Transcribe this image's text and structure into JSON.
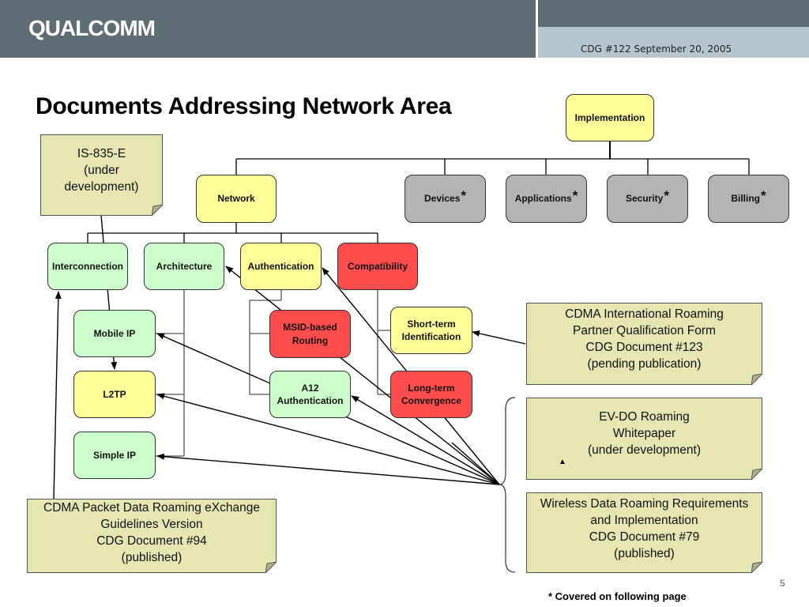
{
  "header": {
    "logo": "QUALCOMM",
    "meeting_date": "CDG #122  September 20, 2005"
  },
  "title": "Documents Addressing Network Area",
  "nodes": {
    "implementation": {
      "label": "Implementation",
      "color": "#ffff99"
    },
    "network": {
      "label": "Network",
      "color": "#ffff99"
    },
    "devices": {
      "label": "Devices",
      "star": "*",
      "color": "#b3b3b3"
    },
    "applications": {
      "label": "Applications",
      "star": "*",
      "color": "#b3b3b3"
    },
    "security": {
      "label": "Security",
      "star": "*",
      "color": "#b3b3b3"
    },
    "billing": {
      "label": "Billing",
      "star": "*",
      "color": "#b3b3b3"
    },
    "interconnection": {
      "label": "Interconnection",
      "color": "#ccffcc"
    },
    "architecture": {
      "label": "Architecture",
      "color": "#ccffcc"
    },
    "authentication": {
      "label": "Authentication",
      "color": "#ffff99"
    },
    "compatibility": {
      "label": "Compatibility",
      "color": "#ff4d4d"
    },
    "mobile_ip": {
      "label": "Mobile IP",
      "color": "#ccffcc"
    },
    "l2tp": {
      "label": "L2TP",
      "color": "#ffff99"
    },
    "simple_ip": {
      "label": "Simple IP",
      "color": "#ccffcc"
    },
    "msid_routing": {
      "label": "MSID-based Routing",
      "color": "#ff4d4d"
    },
    "a12_auth": {
      "label": "A12 Authentication",
      "color": "#ccffcc"
    },
    "short_term": {
      "label": "Short-term Identification",
      "color": "#ffff99"
    },
    "long_term": {
      "label": "Long-term Convergence",
      "color": "#ff4d4d"
    }
  },
  "notes": {
    "is835e": {
      "lines": [
        "IS-835-E",
        "(under",
        "development)"
      ]
    },
    "cdg123": {
      "lines": [
        "CDMA International Roaming",
        "Partner Qualification Form",
        "CDG Document #123",
        "(pending publication)"
      ]
    },
    "evdo": {
      "lines": [
        "EV-DO Roaming",
        "Whitepaper",
        "(under development)"
      ]
    },
    "cdg79": {
      "lines": [
        "Wireless Data Roaming Requirements",
        "and Implementation",
        "CDG Document #79",
        "(published)"
      ]
    },
    "cdg94": {
      "lines": [
        "CDMA Packet Data Roaming eXchange",
        "Guidelines Version",
        "CDG Document #94",
        "(published)"
      ]
    }
  },
  "footnote": "* Covered on following page",
  "page_number": "5"
}
